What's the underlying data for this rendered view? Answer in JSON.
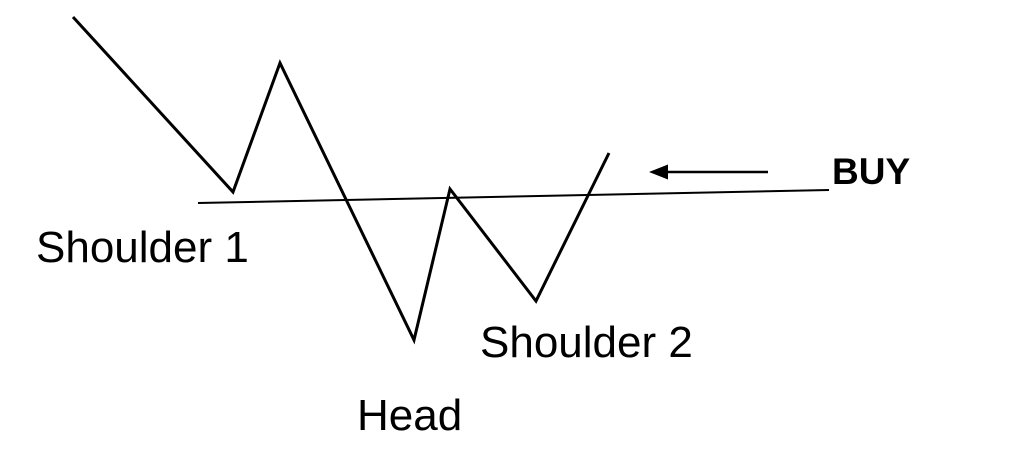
{
  "canvas": {
    "background": "#ffffff",
    "ink": "#000000"
  },
  "pattern": {
    "labels": {
      "shoulder1": "Shoulder 1",
      "head": "Head",
      "shoulder2": "Shoulder 2"
    },
    "signal": {
      "label": "BUY",
      "icon": "left-arrow"
    }
  }
}
